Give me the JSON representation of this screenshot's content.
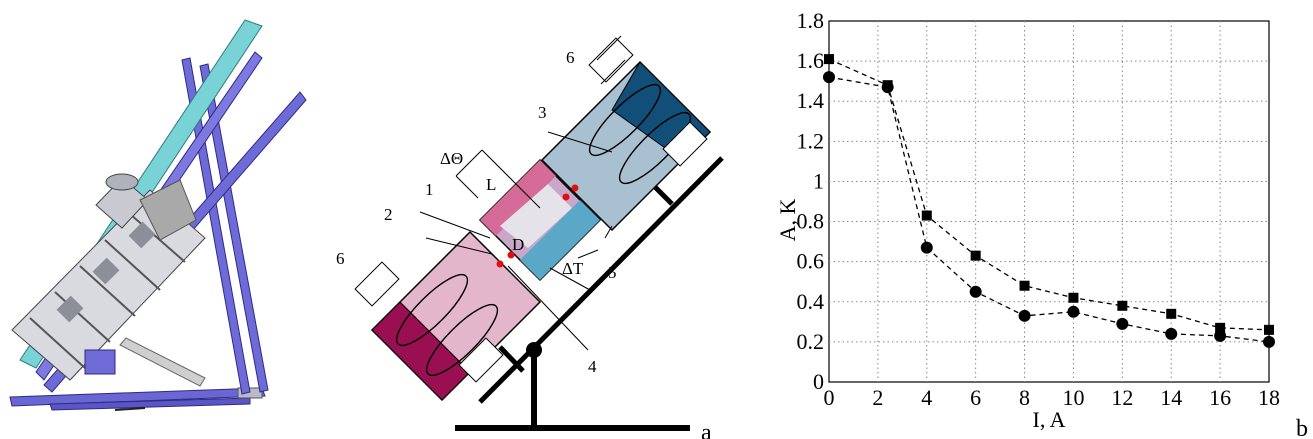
{
  "panel_a": {
    "letter": "a",
    "labels": {
      "n1": "1",
      "n2": "2",
      "n3": "3",
      "n4": "4",
      "n5": "5",
      "n6_top": "6",
      "n6_bottom": "6",
      "dtheta": "ΔΘ",
      "L": "L",
      "D": "D",
      "dT": "ΔT"
    },
    "colors": {
      "hot_dark": "#9a0f52",
      "hot_light": "#e4b6cb",
      "cold_dark": "#124f78",
      "cold_light": "#a8c0d0",
      "probe": "#e01010",
      "frame_blue": "#6f6bd6",
      "rail_cyan": "#79d3d6"
    }
  },
  "panel_b": {
    "letter": "b"
  },
  "chart_data": {
    "type": "line",
    "xlabel": "I, A",
    "ylabel": "A, K",
    "xlim": [
      0,
      18
    ],
    "ylim": [
      0,
      1.8
    ],
    "xticks": [
      "0",
      "2",
      "4",
      "6",
      "8",
      "10",
      "12",
      "14",
      "16",
      "18"
    ],
    "yticks": [
      "0",
      "0.2",
      "0.4",
      "0.6",
      "0.8",
      "1",
      "1.2",
      "1.4",
      "1.6",
      "1.8"
    ],
    "grid": true,
    "series": [
      {
        "marker": "square",
        "line": "dashed",
        "x": [
          0,
          2.4,
          4,
          6,
          8,
          10,
          12,
          14,
          16,
          18
        ],
        "values": [
          1.61,
          1.48,
          0.83,
          0.63,
          0.48,
          0.42,
          0.38,
          0.34,
          0.27,
          0.26
        ]
      },
      {
        "marker": "circle",
        "line": "dashed",
        "x": [
          0,
          2.4,
          4,
          6,
          8,
          10,
          12,
          14,
          16,
          18
        ],
        "values": [
          1.52,
          1.47,
          0.67,
          0.45,
          0.33,
          0.35,
          0.29,
          0.24,
          0.23,
          0.2
        ]
      }
    ]
  }
}
